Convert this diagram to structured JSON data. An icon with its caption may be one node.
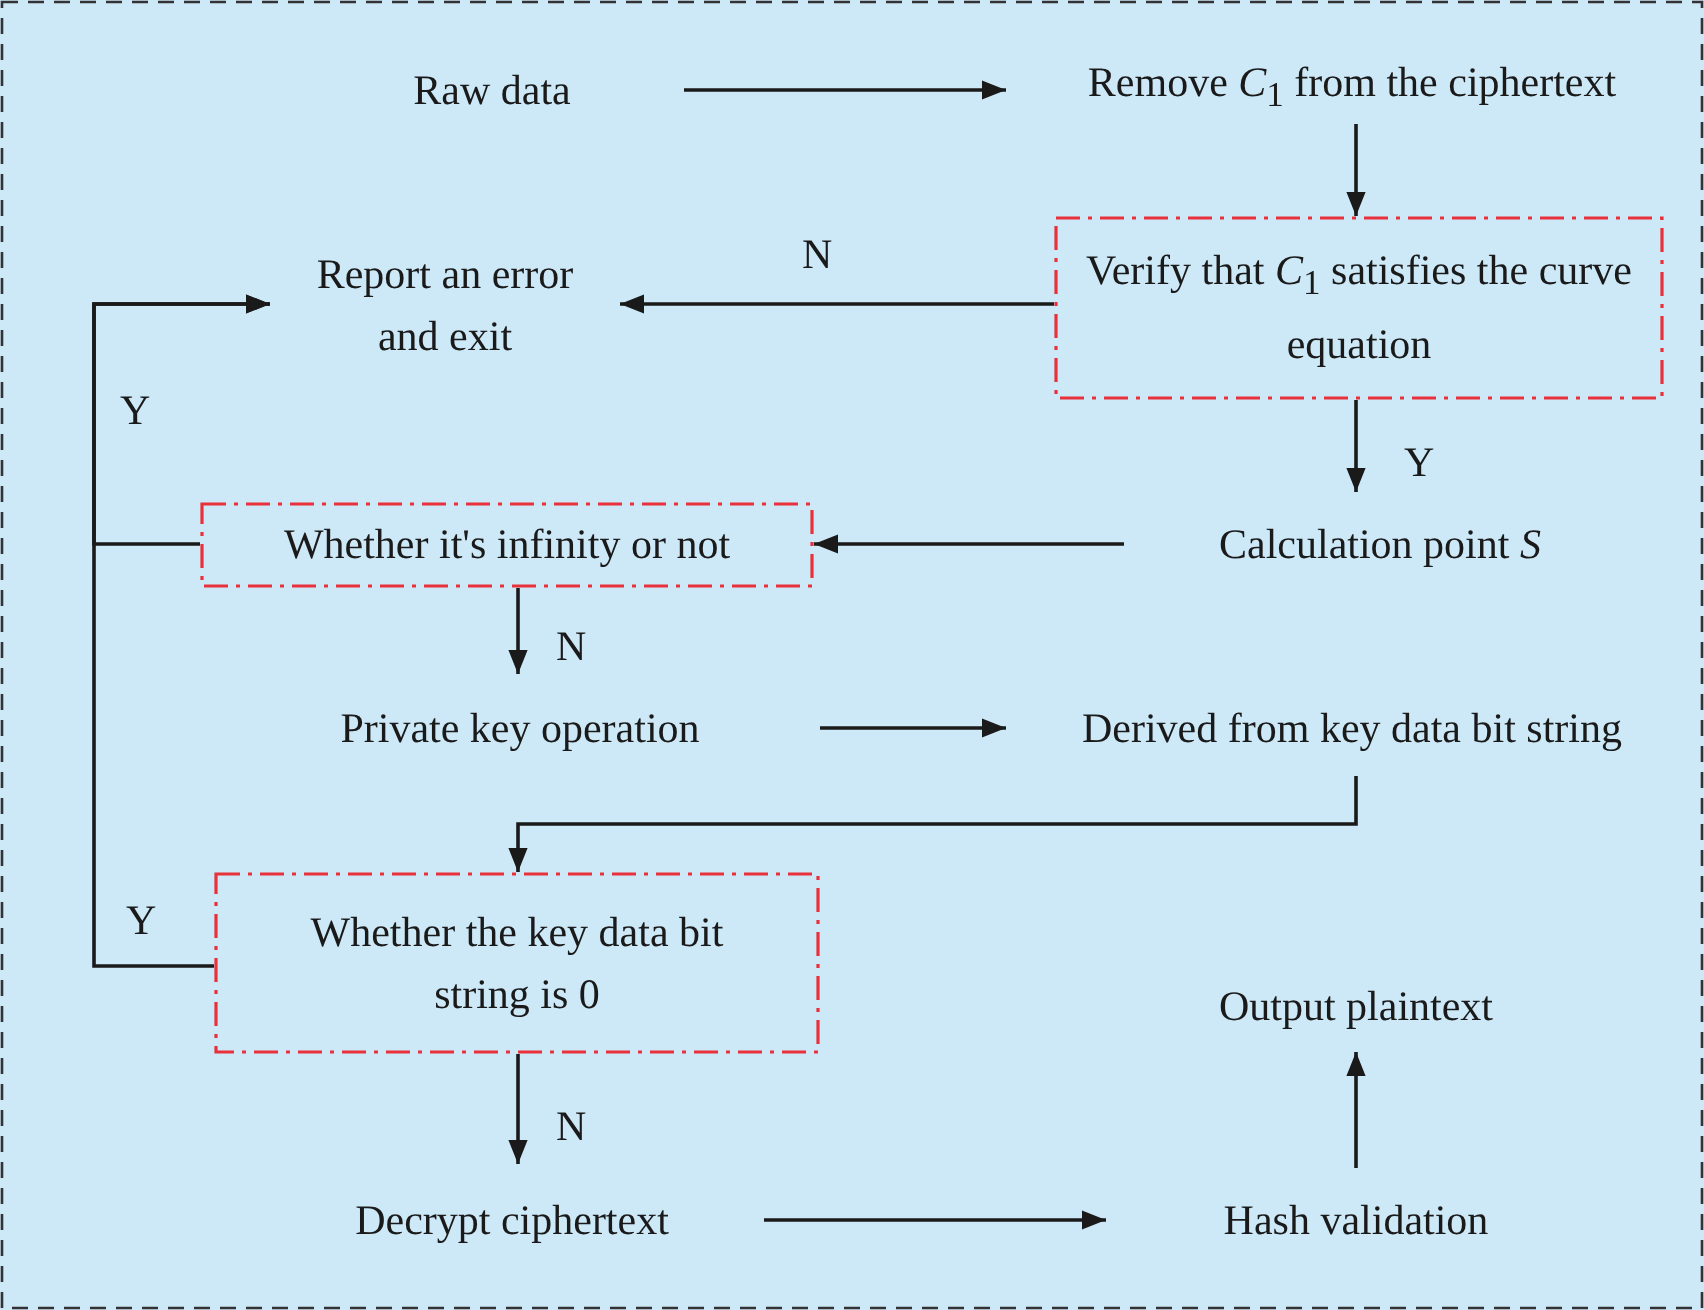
{
  "diagram": {
    "nodes": [
      {
        "text": [
          "Raw data"
        ]
      },
      {
        "text": [
          "Remove *C*$_{1}$ from the ciphertext"
        ]
      },
      {
        "text": [
          "Verify that *C*$_{1}$ satisfies the curve equation"
        ]
      },
      {
        "text": [
          "Report an error and exit"
        ]
      },
      {
        "text": [
          "Calculation point *S*"
        ]
      },
      {
        "text": [
          "Whether it's infinity or not"
        ]
      },
      {
        "text": [
          "Private key operation"
        ]
      },
      {
        "text": [
          "Derived from key data bit string"
        ]
      },
      {
        "text": [
          "Whether the key data bit string is 0"
        ]
      },
      {
        "text": [
          "Decrypt ciphertext"
        ]
      },
      {
        "text": [
          "Hash validation"
        ]
      },
      {
        "text": [
          "Output plaintext"
        ]
      }
    ],
    "edges": [
      {
        "from": 0,
        "to": 1,
        "arrow": "to"
      },
      {
        "from": 1,
        "to": 2,
        "arrow": "to"
      },
      {
        "from": 2,
        "to": 3,
        "arrow": "to",
        "label": "N"
      },
      {
        "from": 2,
        "to": 4,
        "arrow": "to",
        "label": "Y"
      },
      {
        "from": 4,
        "to": 5,
        "arrow": "to"
      },
      {
        "from": 5,
        "to": 6,
        "arrow": "to",
        "label": "N"
      },
      {
        "from": 6,
        "to": 7,
        "arrow": "to"
      },
      {
        "from": 7,
        "to": 8,
        "arrow": "to"
      },
      {
        "from": 8,
        "to": 9,
        "arrow": "to",
        "label": "N"
      },
      {
        "from": 9,
        "to": 10,
        "arrow": "to"
      },
      {
        "from": 10,
        "to": 11,
        "arrow": "to"
      },
      {
        "from": 5,
        "to": 3,
        "arrow": "to",
        "label": "Y"
      },
      {
        "from": 8,
        "to": 3,
        "arrow": "to",
        "label": "Y"
      }
    ]
  }
}
